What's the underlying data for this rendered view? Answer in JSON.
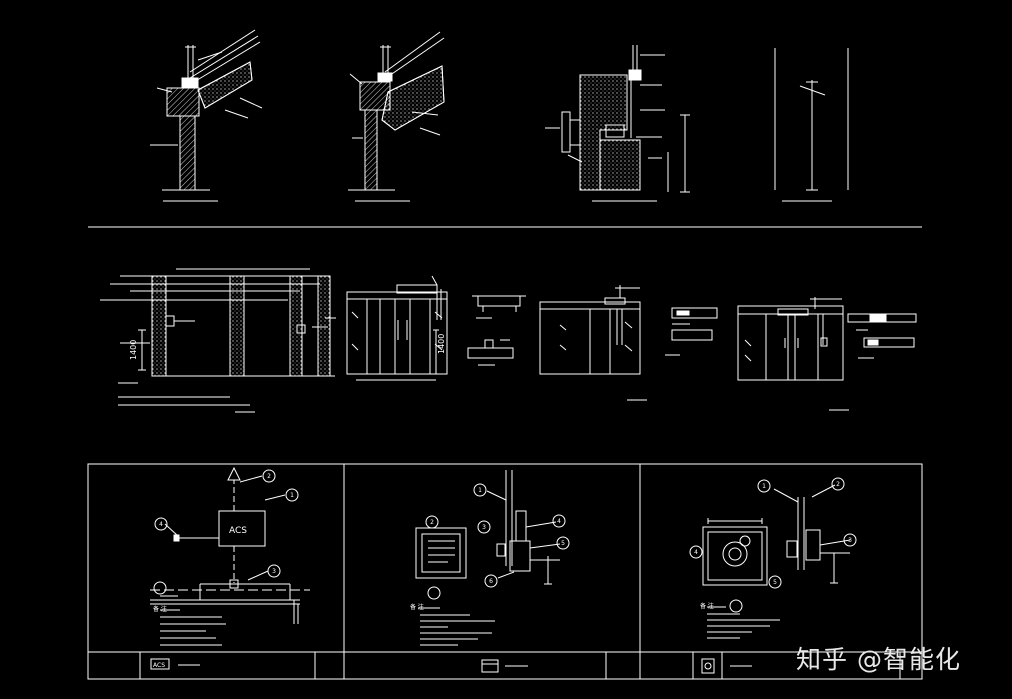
{
  "watermark": "知乎 @智能化",
  "bottom_panels": {
    "panel1": {
      "device_label": "ACS",
      "callouts": [
        "1",
        "2",
        "3",
        "4"
      ],
      "notes_title": "备 注",
      "title_code": "ACS"
    },
    "panel2": {
      "callouts": [
        "1",
        "2",
        "3",
        "4",
        "5",
        "6"
      ],
      "notes_title": "备 注"
    },
    "panel3": {
      "callouts": [
        "1",
        "2",
        "3",
        "4",
        "5"
      ],
      "notes_title": "备 注"
    }
  },
  "dimensions": {
    "door_height_1": "1400",
    "door_height_2": "1400"
  },
  "colors": {
    "background": "#000000",
    "line": "#ffffff",
    "text": "#ffffff"
  }
}
